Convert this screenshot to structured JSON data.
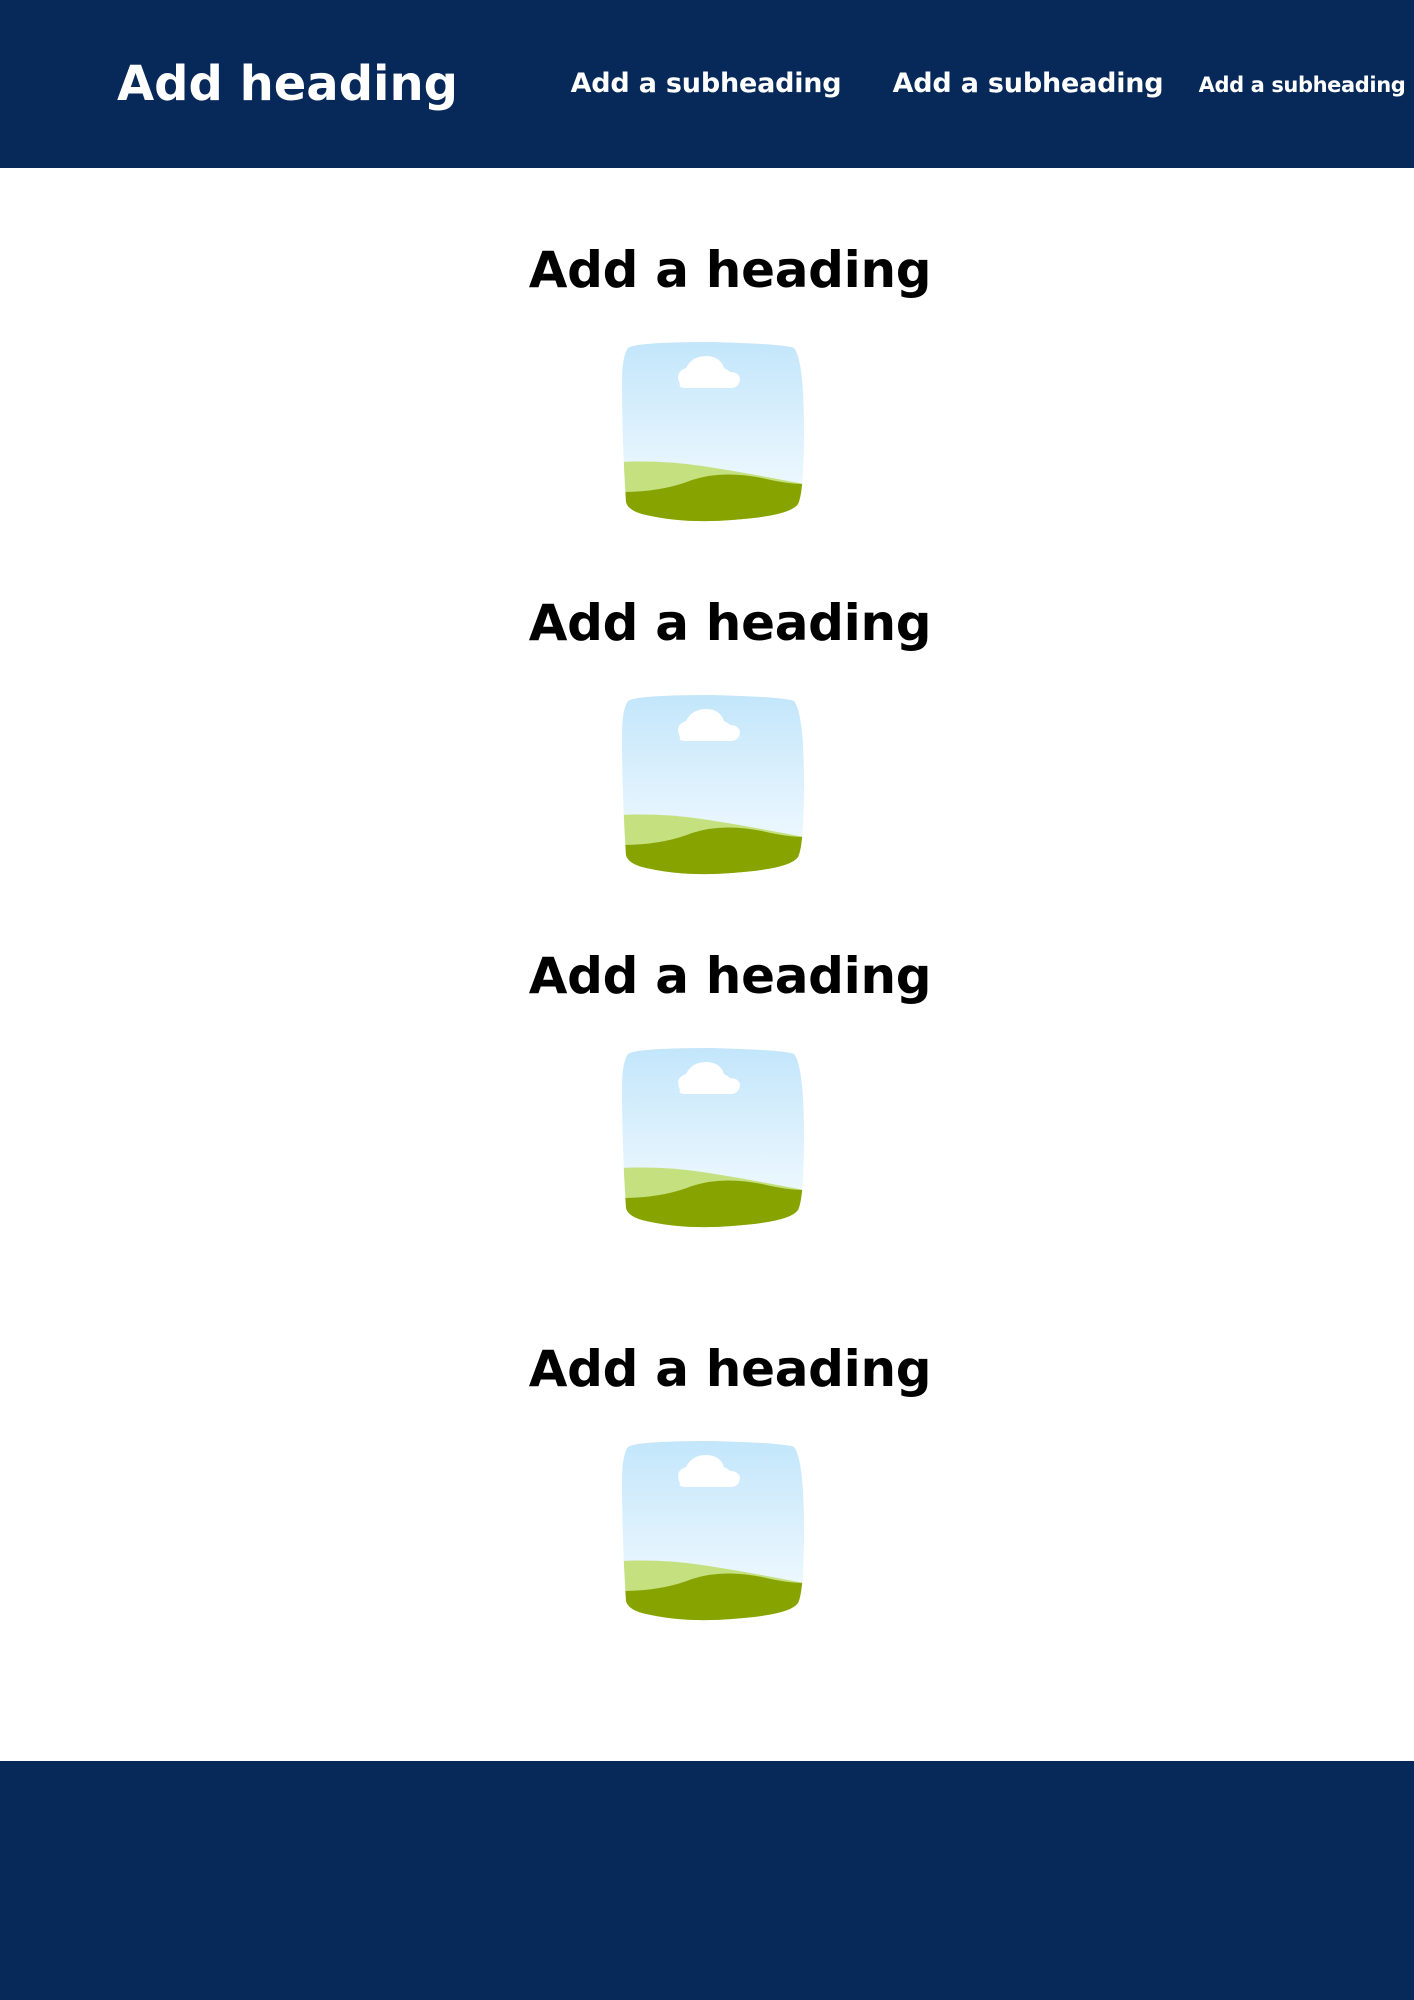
{
  "header": {
    "title": "Add heading",
    "nav": [
      {
        "label": "Add a subheading"
      },
      {
        "label": "Add a subheading"
      },
      {
        "label": "Add a subheading"
      }
    ]
  },
  "sections": [
    {
      "heading": "Add a heading",
      "image_icon": "image-placeholder-icon"
    },
    {
      "heading": "Add a heading",
      "image_icon": "image-placeholder-icon"
    },
    {
      "heading": "Add a heading",
      "image_icon": "image-placeholder-icon"
    },
    {
      "heading": "Add a heading",
      "image_icon": "image-placeholder-icon"
    }
  ],
  "colors": {
    "header_bg": "#072959",
    "footer_bg": "#072959",
    "heading_text": "#000000",
    "header_text": "#ffffff"
  }
}
